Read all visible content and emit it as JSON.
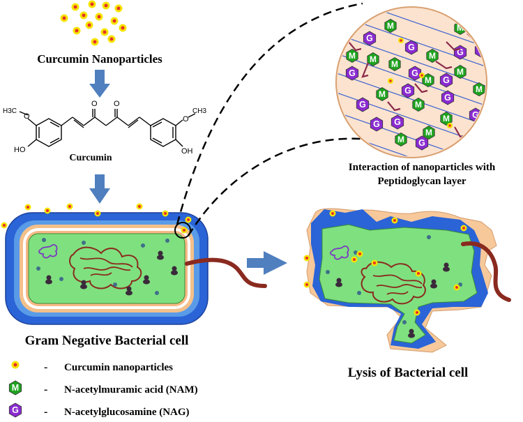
{
  "labels": {
    "curcumin_nanoparticles": "Curcumin Nanoparticles",
    "curcumin": "Curcumin",
    "interaction_line1": "Interaction of nanoparticles with",
    "interaction_line2": "Peptidoglycan layer",
    "gram_negative": "Gram Negative Bacterial cell",
    "lysis": "Lysis of Bacterial cell"
  },
  "chem_labels": {
    "o_left": "O",
    "o_right": "O",
    "h3c_o": "H3C",
    "ch3": "CH3",
    "o_left_methoxy": "O",
    "o_right_methoxy": "O",
    "ho_left": "HO",
    "oh_right": "OH"
  },
  "legend": {
    "dash": "-",
    "items": [
      {
        "symbol": "nanoparticle",
        "text": "Curcumin nanoparticles"
      },
      {
        "symbol": "M",
        "text": "N-acetylmuramic acid (NAM)"
      },
      {
        "symbol": "G",
        "text": "N-acetylglucosamine (NAG)"
      }
    ]
  },
  "symbols": {
    "nam": "M",
    "nag": "G"
  },
  "colors": {
    "nanoparticle_fill": "#f5e400",
    "nanoparticle_core": "#e8302a",
    "nam_green": "#1fa31f",
    "nag_purple": "#8a2bd0",
    "cell_blue": "#2f6ee0",
    "cell_green": "#7fe07f",
    "dna_brown": "#8a2a1f",
    "arrow_blue": "#4f7fbf",
    "zoom_bg": "#fbe3cf"
  }
}
